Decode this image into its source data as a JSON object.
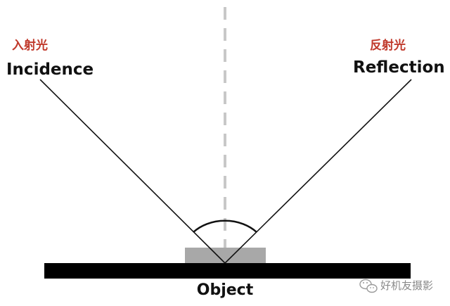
{
  "incident": {
    "label_cn": "入射光",
    "label_en": "Incidence"
  },
  "reflected": {
    "label_cn": "反射光",
    "label_en": "Reflection"
  },
  "object": {
    "label": "Object"
  },
  "watermark": {
    "text": "好机友摄影",
    "icon": "wechat-icon"
  },
  "colors": {
    "cn_label": "#c0392b",
    "normal_line": "#c8c8c8",
    "surface": "#000000",
    "object_block": "#a8a8a8",
    "ray": "#111111"
  }
}
